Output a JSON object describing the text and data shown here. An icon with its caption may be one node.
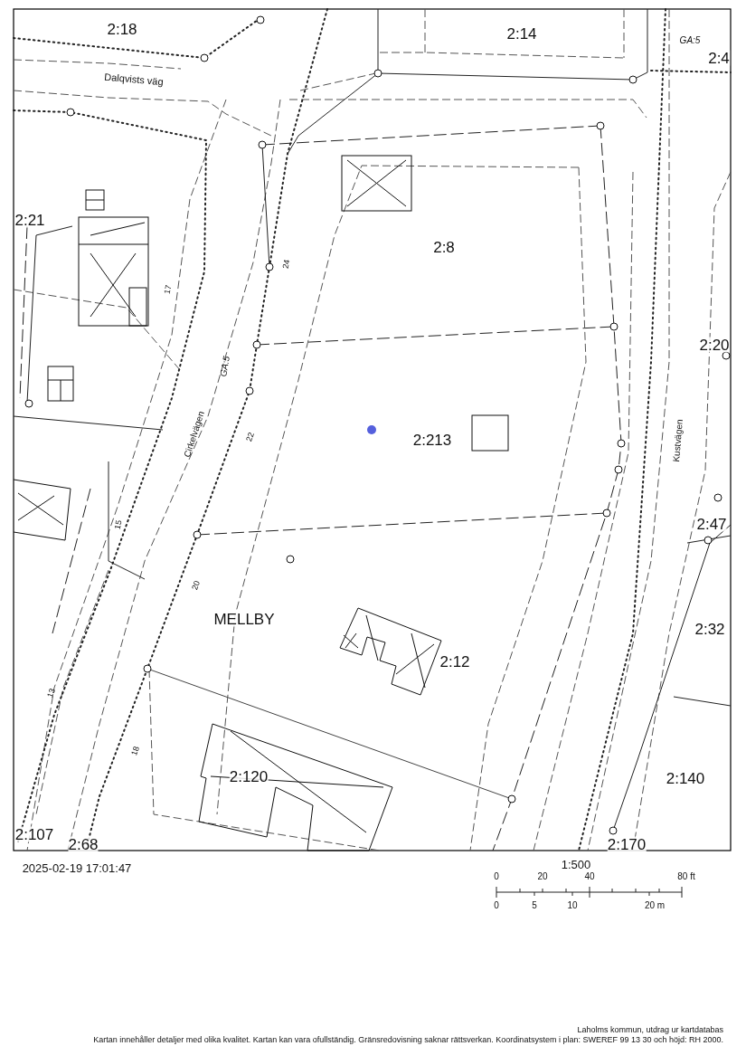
{
  "diagram": {
    "labels": [
      "2:18",
      "2:14",
      "GA:5",
      "2:4",
      "Dalqvists väg",
      "2:21",
      "2:8",
      "24",
      "17",
      "2:20",
      "GA:5",
      "Cirkelvägen",
      "22",
      "2:213",
      "Kustvägen",
      "15",
      "2:47",
      "20",
      "MELLBY",
      "2:32",
      "2:12",
      "13",
      "18",
      "2:120",
      "2:140",
      "2:107",
      "2:68",
      "2:170",
      "2025-02-19 17:01:47",
      "1:500",
      "0",
      "20",
      "40",
      "80 ft",
      "0",
      "5",
      "10",
      "20 m",
      "Laholms kommun, utdrag ur kartdatabas",
      "Kartan innehåller detaljer med olika kvalitet. Kartan kan vara ofullständig. Gränsredovisning saknar rättsverkan. Koordinatsystem i plan: SWEREF 99 13 30 och höjd: RH 2000."
    ]
  }
}
